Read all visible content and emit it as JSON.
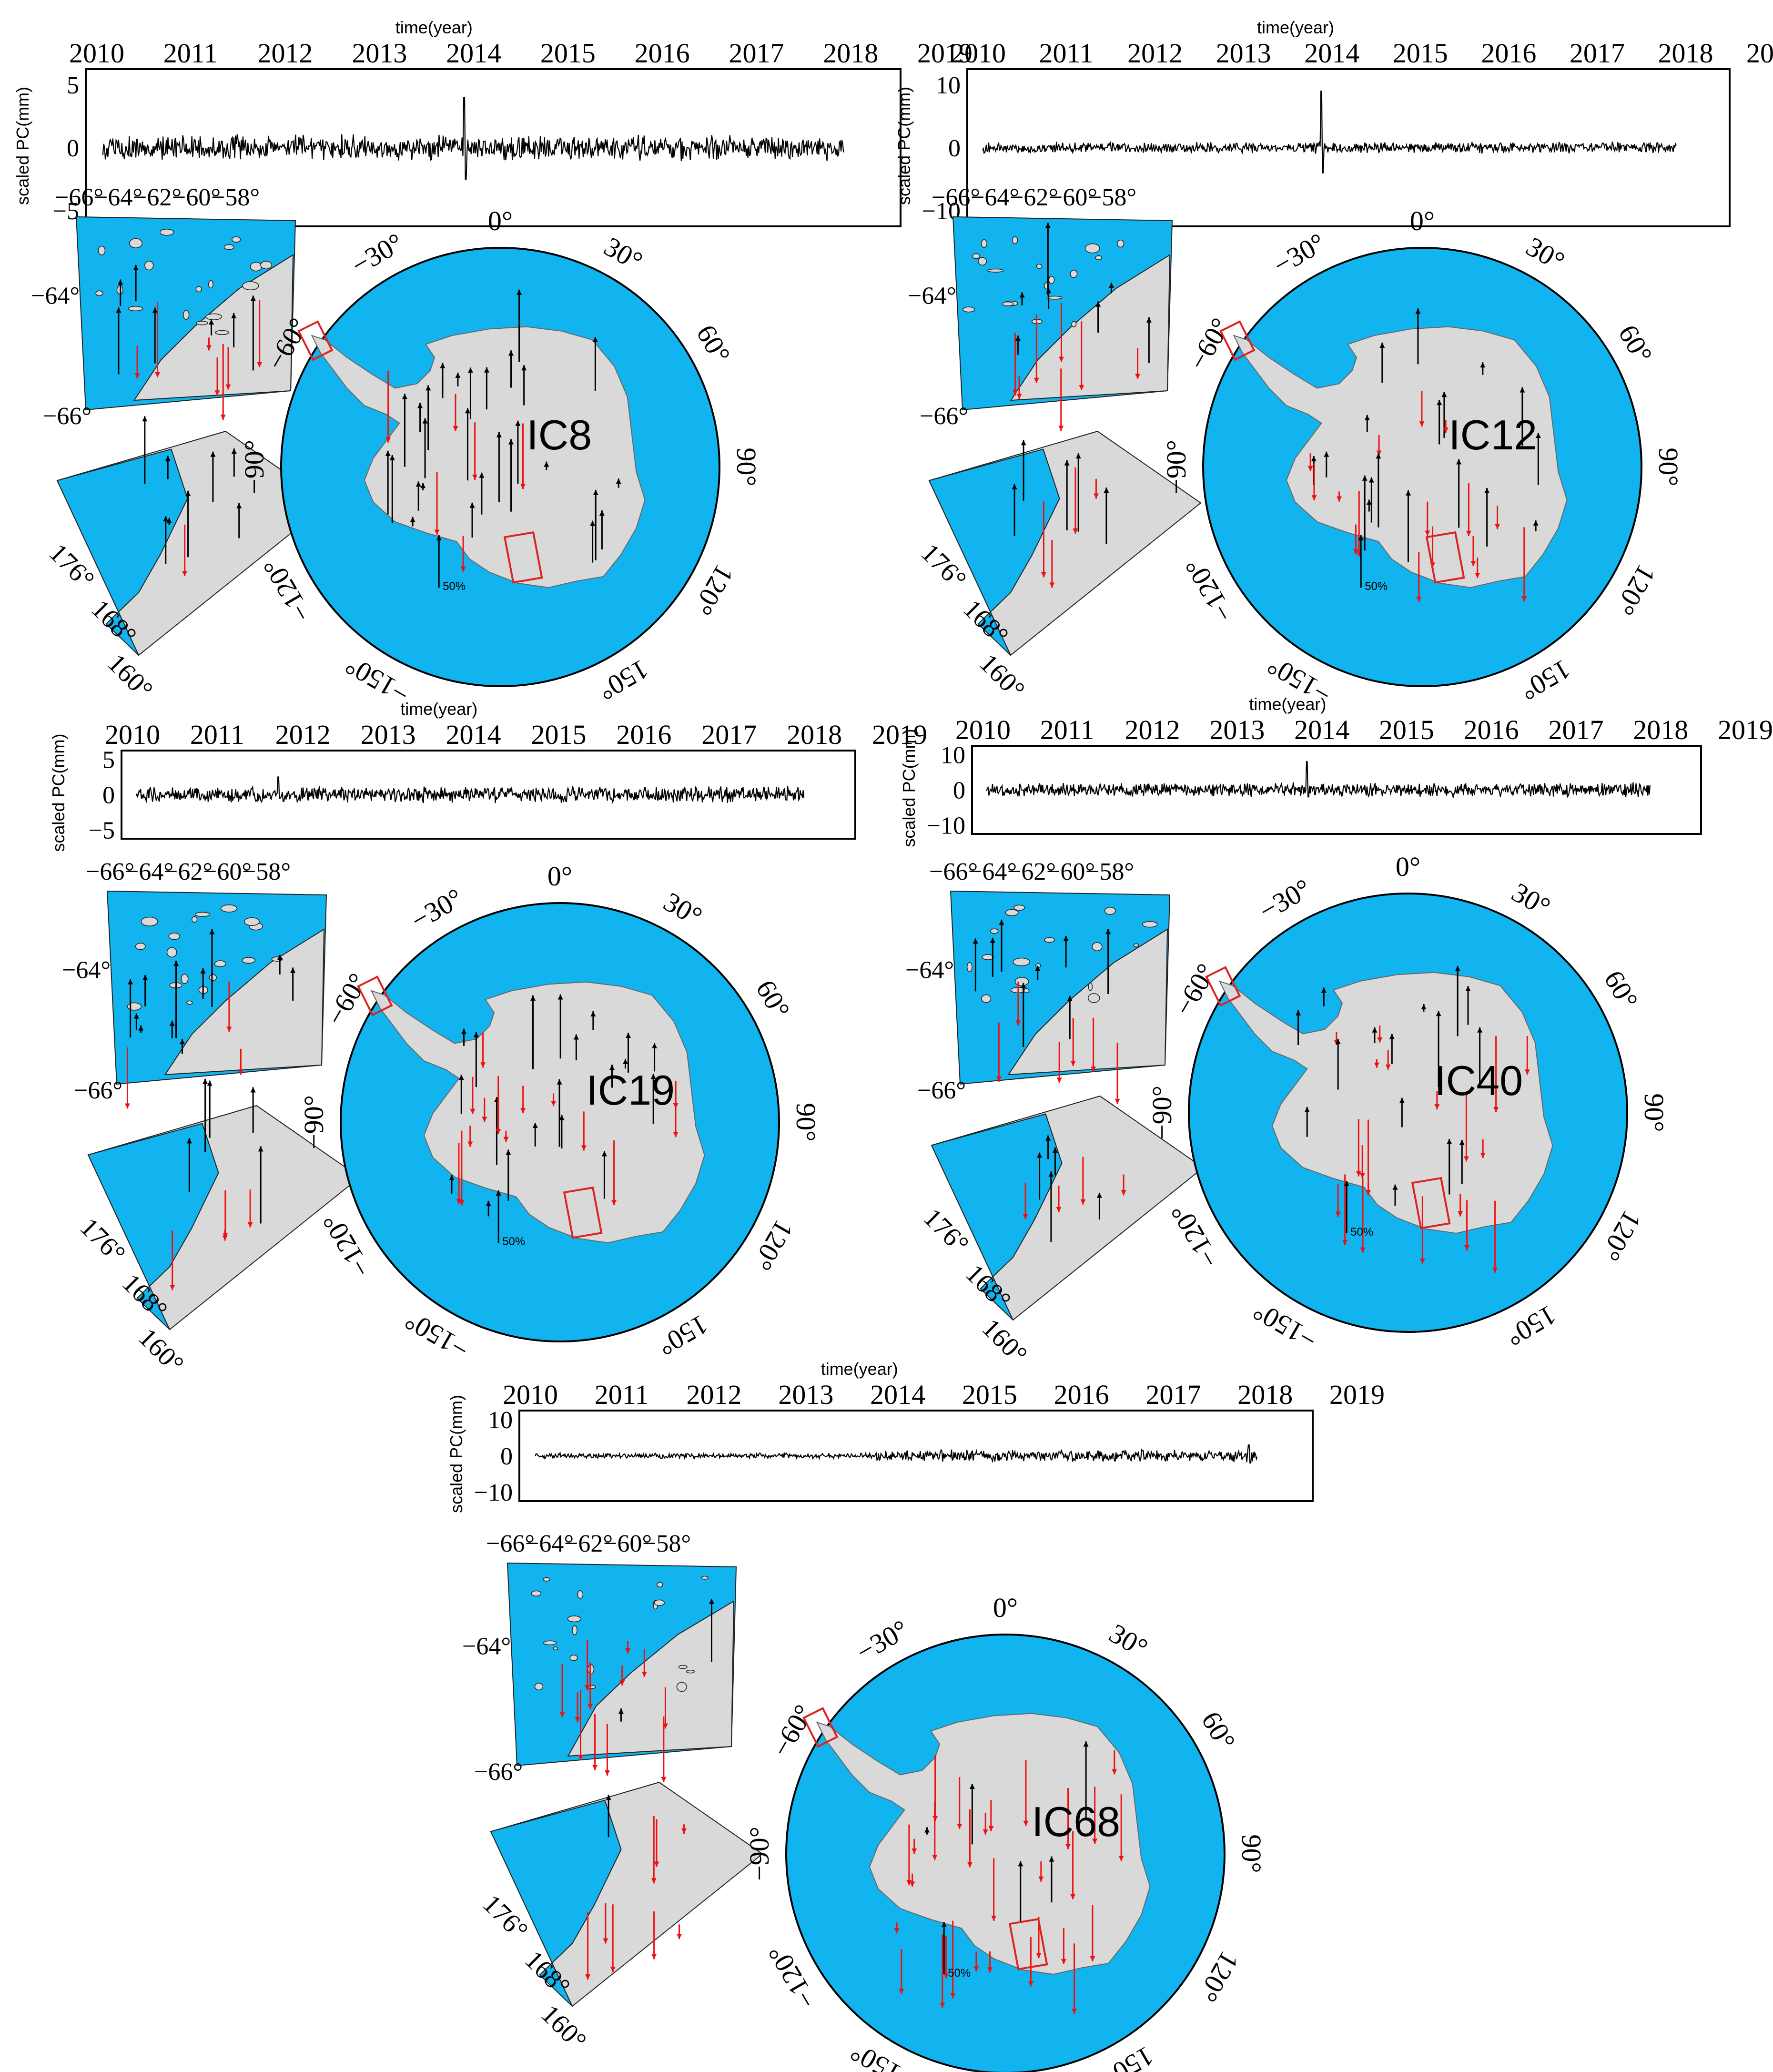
{
  "common": {
    "time_axis_label": "time(year)",
    "y_axis_label": "scaled PC(mm)",
    "years": [
      "2010",
      "2011",
      "2012",
      "2013",
      "2014",
      "2015",
      "2016",
      "2017",
      "2018",
      "2019"
    ],
    "ring_labels": [
      "0°",
      "30°",
      "60°",
      "90°",
      "120°",
      "150°",
      "−150°",
      "−120°",
      "−90°",
      "−60°",
      "−30°"
    ],
    "inset_top_x_labels": [
      "−66°",
      "−64°",
      "−62°",
      "−60°",
      "−58°"
    ],
    "inset_top_y_labels": [
      "−64°",
      "−66°"
    ],
    "inset_bottom_labels": [
      "176°",
      "168°",
      "160°"
    ],
    "scale_label": "50%",
    "colors": {
      "ocean": "#11b4ee",
      "land": "#d9d9d9",
      "uplift": "#000000",
      "subsidence": "#ee1111",
      "box": "#dd2222"
    }
  },
  "chart_data": [
    {
      "type": "map",
      "component": "IC8",
      "time_series": {
        "ylim": [
          -5,
          5
        ],
        "yticks": [
          5,
          0,
          -5
        ],
        "x_range": [
          2010,
          2018.7
        ],
        "noise_amplitude": 0.8,
        "spike_at": 2014.25,
        "spike": [
          4,
          -2.5
        ]
      },
      "arrows": {
        "dominant": "uplift",
        "scale_label": "50%"
      }
    },
    {
      "type": "map",
      "component": "IC12",
      "time_series": {
        "ylim": [
          -10,
          10
        ],
        "yticks": [
          10,
          0,
          -10
        ],
        "x_range": [
          2010,
          2018.7
        ],
        "noise_amplitude": 0.7,
        "spike_at": 2014.25,
        "spike": [
          9,
          -4
        ]
      },
      "arrows": {
        "dominant": "mixed",
        "scale_label": "50%"
      }
    },
    {
      "type": "map",
      "component": "IC19",
      "time_series": {
        "ylim": [
          -5,
          5
        ],
        "yticks": [
          5,
          0,
          -5
        ],
        "x_range": [
          2010,
          2018.7
        ],
        "noise_amplitude": 0.9,
        "spike_at": 2011.85,
        "spike": [
          2.5,
          -0.5
        ]
      },
      "arrows": {
        "dominant": "mixed",
        "scale_label": "50%"
      }
    },
    {
      "type": "map",
      "component": "IC40",
      "time_series": {
        "ylim": [
          -10,
          10
        ],
        "yticks": [
          10,
          0,
          -10
        ],
        "x_range": [
          2010,
          2018.7
        ],
        "noise_amplitude": 1.6,
        "spike_at": 2014.2,
        "spike": [
          8,
          -2
        ]
      },
      "arrows": {
        "dominant": "mixed",
        "scale_label": "50%"
      }
    },
    {
      "type": "map",
      "component": "IC68",
      "time_series": {
        "ylim": [
          -10,
          10
        ],
        "yticks": [
          10,
          0,
          -10
        ],
        "x_range": [
          2010,
          2018.7
        ],
        "noise_amplitude": 0.6,
        "spike_at": 2018.6,
        "spike": [
          3,
          -2
        ]
      },
      "arrows": {
        "dominant": "subsidence",
        "scale_label": "50%"
      }
    }
  ]
}
